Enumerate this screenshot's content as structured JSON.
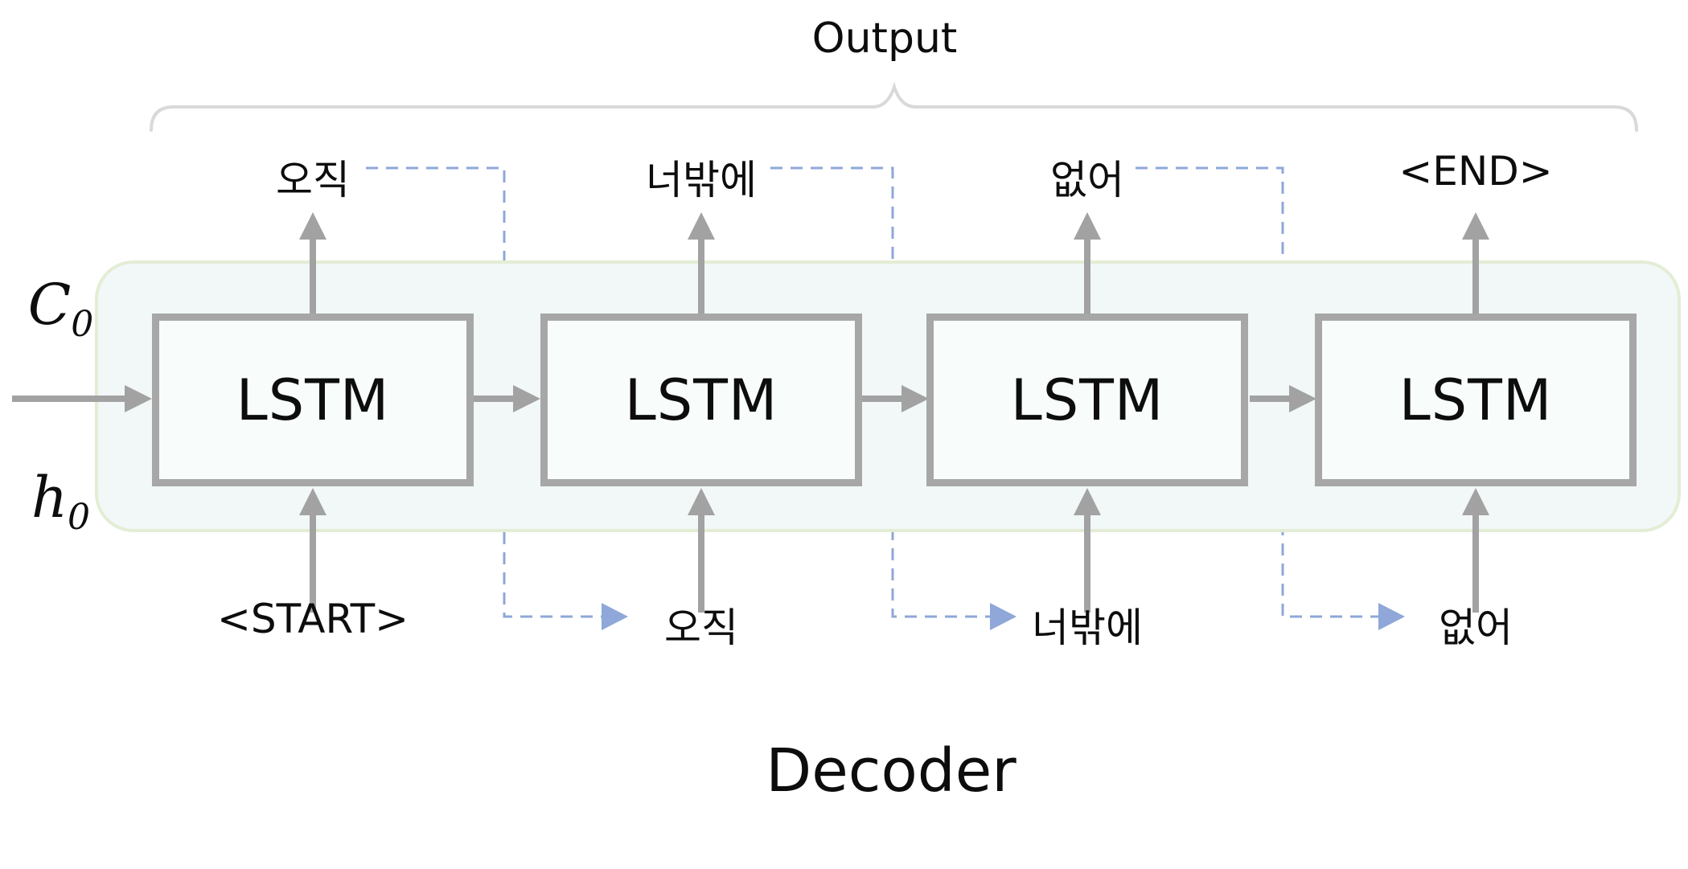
{
  "title": "Output",
  "footer": "Decoder",
  "state": {
    "c_label": "C",
    "c_sub": "0",
    "h_label": "h",
    "h_sub": "0"
  },
  "cells": [
    {
      "box_label": "LSTM",
      "output_word": "오직",
      "input_word": "<START>"
    },
    {
      "box_label": "LSTM",
      "output_word": "너밖에",
      "input_word": "오직"
    },
    {
      "box_label": "LSTM",
      "output_word": "없어",
      "input_word": "너밖에"
    },
    {
      "box_label": "LSTM",
      "output_word": "<END>",
      "input_word": "없어"
    }
  ],
  "colors": {
    "box_border": "#a7a7a7",
    "arrow_gray": "#a2a2a2",
    "panel_fill": "#f1f8f7",
    "panel_border": "#e3edd5",
    "feedback_blue": "#8fa7d9",
    "brace_gray": "#d9d9d9",
    "text": "#0d0d0d"
  }
}
